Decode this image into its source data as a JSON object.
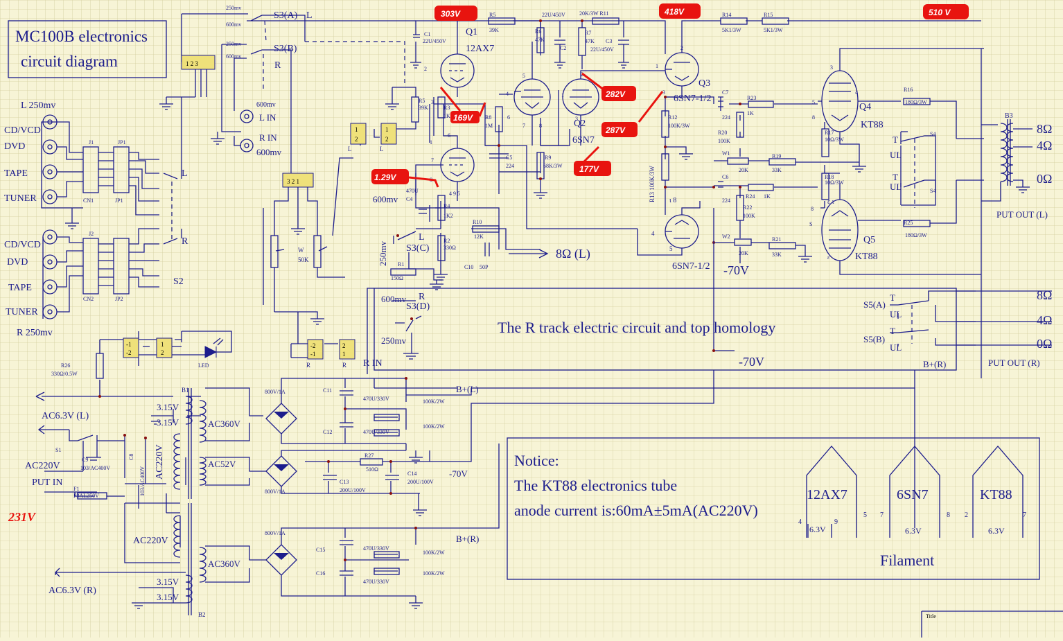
{
  "title_box": {
    "line1": "MC100B  electronics",
    "line2": "circuit diagram"
  },
  "inputs_left": {
    "l_level": "L    250mv",
    "r_level": "R    250mv",
    "sources_upper": [
      "CD/VCD",
      "DVD",
      "TAPE",
      "TUNER"
    ],
    "sources_lower": [
      "CD/VCD",
      "DVD",
      "TAPE",
      "TUNER"
    ],
    "cn1": "CN1",
    "jp1": "JP1",
    "cn2": "CN2",
    "jp2": "JP2",
    "j1": "J1",
    "j2": "J2",
    "sel_l": "L",
    "sel_r": "R",
    "s2": "S2"
  },
  "switch_s3": {
    "a": "S3(A)",
    "a_side": "L",
    "b": "S3(B)",
    "b_side": "R",
    "mv250a": "250mv",
    "mv600a": "600mv",
    "mv250b": "250mv",
    "mv600b": "600mv",
    "l_in_600": "600mv",
    "l_in": "L  IN",
    "r_in": "R  IN",
    "r_in_600": "600mv",
    "c": "S3(C)",
    "c_mv": "600mv",
    "c_l": "L",
    "c_250": "250mv",
    "d": "S3(D)",
    "d_mv": "600mv",
    "d_r": "R",
    "d_250": "250mv"
  },
  "pot_w": {
    "name": "W",
    "value": "50K"
  },
  "connector_labels": {
    "l1": "L",
    "l2": "L",
    "r1": "R",
    "r2": "R",
    "r_in": "R   IN"
  },
  "tubes": {
    "q1": "Q1",
    "q1_type": "12AX7",
    "q2": "Q2",
    "q2_type": "6SN7",
    "q3": "Q3",
    "q3_type": "6SN7-1/2",
    "q6_type": "6SN7-1/2",
    "q4": "Q4",
    "q4_type": "KT88",
    "q5": "Q5",
    "q5_type": "KT88"
  },
  "components": {
    "c1": "C1",
    "c1_v": "22U/450V",
    "r5": "R5",
    "r5_v": "39K",
    "r6": "R6",
    "r6_v": "47K",
    "c2": "C2",
    "c2_v": "22U/450V",
    "r11_v": "20K/3W R11",
    "r7": "R7",
    "r7_v": "47K",
    "c3": "C3",
    "c3_v": "22U/450V",
    "r14": "R14",
    "r14_v": "5K1/3W",
    "r15": "R15",
    "r15_v": "5K1/3W",
    "r5b": "R5",
    "r5b_v": "39K",
    "r3": "R3",
    "r3_v": "1K",
    "r8": "R8",
    "r8_v": "1M",
    "c5": "C5",
    "c5_v": "224",
    "r9": "R9",
    "r9_v": "68K/3W",
    "c4": "C4",
    "c4_v": "470U",
    "r4": "R4",
    "r4_v": "1K2",
    "r2": "R2",
    "r2_v": "330Ω",
    "r10": "R10",
    "r10_v": "12K",
    "c10": "C10",
    "c10_v": "50P",
    "r1": "R1",
    "r1_v": "150Ω",
    "out_l": "8Ω  (L)",
    "c7": "C7",
    "c7_v": "224",
    "r23": "R23",
    "r23_v": "1K",
    "r12": "R12",
    "r12_v": "100K/3W",
    "r20": "R20",
    "r20_v": "100K",
    "r13": "R13  100K/3W",
    "w1": "W1",
    "w1_v": "20K",
    "r19": "R19",
    "r19_v": "33K",
    "c6": "C6",
    "c6_v": "224",
    "r24": "R24",
    "r24_v": "1K",
    "r22": "R22",
    "r22_v": "100K",
    "w2": "W2",
    "w2_v": "20K",
    "r21": "R21",
    "r21_v": "33K",
    "neg70": "-70V",
    "r16": "R16",
    "r16_v": "180Ω/3W",
    "r17": "R17",
    "r17_v": "10Ω/3W",
    "r18": "R18",
    "r18_v": "10Ω/3W",
    "r25": "R25",
    "r25_v": "180Ω/3W",
    "b3": "B3",
    "s4a": "S4",
    "s4b": "S4",
    "t1": "T",
    "ul1": "UL",
    "t2": "T",
    "ul2": "UL"
  },
  "outputs": {
    "o8": "8Ω",
    "o4": "4Ω",
    "o0": "0Ω",
    "put_out_l": "PUT OUT (L)",
    "s5a": "S5(A)",
    "s5b": "S5(B)",
    "t_a": "T",
    "ul_a": "UL",
    "t_b": "T",
    "ul_b": "UL",
    "ro8": "8Ω",
    "ro4": "4Ω",
    "ro0": "0Ω",
    "put_out_r": "PUT OUT (R)",
    "b_plus_r": "B+(R)",
    "neg70_b": "-70V"
  },
  "r_track_note": "The R track electric circuit and top homology",
  "voltages": {
    "v303": "303V",
    "v418": "418V",
    "v510": "510 V",
    "v169": "169V",
    "v282": "282V",
    "v287": "287V",
    "v177": "177V",
    "v129": "1.29V",
    "v231": "231V"
  },
  "power_supply": {
    "r26": "R26",
    "r26_v": "330Ω/0.5W",
    "led": "LED",
    "b1": "B1",
    "b2": "B2",
    "ac63l": "AC6.3V   (L)",
    "ac63r": "AC6.3V   (R)",
    "v315a": "3.15V",
    "v315b": "3.15V",
    "v315c": "3.15V",
    "v315d": "3.15V",
    "s1": "S1",
    "c9": "C9",
    "c9_v": "103/AC400V",
    "c8": "C8",
    "c8_v": "103/AC400V",
    "ac220": "AC220V",
    "ac220_rot": "AC220V",
    "ac220b": "AC220V",
    "put_in": "PUT IN",
    "f1": "F1",
    "f1_v": "F3AL250V",
    "ac360a": "AC360V",
    "ac52": "AC52V",
    "ac360b": "AC360V",
    "br1": "800V/1A",
    "br2": "800V/1A",
    "br3": "800V/1A",
    "c11": "C11",
    "c11_v": "470U/330V",
    "c12": "C12",
    "c12_v": "470U/330V",
    "r100a": "100K/2W",
    "r100b": "100K/2W",
    "bl": "B+(L)",
    "r27": "R27",
    "r27_v": "510Ω",
    "c13": "C13",
    "c13_v": "200U/100V",
    "c14": "C14",
    "c14_v": "200U/100V",
    "neg70": "-70V",
    "c15": "C15",
    "c15_v": "470U/330V",
    "c16": "C16",
    "c16_v": "470U/330V",
    "r100c": "100K/2W",
    "r100d": "100K/2W",
    "br": "B+(R)"
  },
  "notice": {
    "heading": "Notice:",
    "line1": "The KT88 electronics tube",
    "line2": "anode current is:60mA±5mA(AC220V)",
    "tube1": "12AX7",
    "tube2": "6SN7",
    "tube3": "KT88",
    "p1a": "4",
    "p1b": "9",
    "p1v": "6.3V",
    "p2a": "5",
    "p2b": "7",
    "p2c": "8",
    "p2v": "6.3V",
    "p3a": "2",
    "p3b": "7",
    "p3v": "6.3V",
    "filament": "Filament"
  },
  "title_block": "Title",
  "colors": {
    "wire": "#1c1c8c",
    "background": "#f7f4d6",
    "grid": "#d4cf9e",
    "tag": "#e8140f",
    "node": "#8a1010"
  }
}
